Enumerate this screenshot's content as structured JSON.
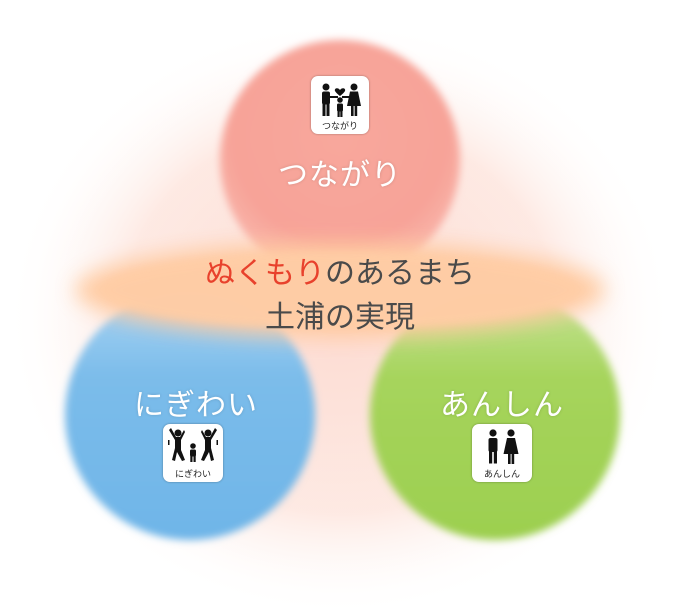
{
  "diagram": {
    "circles": {
      "top": {
        "label": "つながり",
        "icon": "family-icon",
        "icon_caption": "つながり",
        "color": "#f7a398"
      },
      "left": {
        "label": "にぎわい",
        "icon": "jumping-people-icon",
        "icon_caption": "にぎわい",
        "color": "#7bbcea"
      },
      "right": {
        "label": "あんしん",
        "icon": "couple-icon",
        "icon_caption": "あんしん",
        "color": "#a6d45c"
      }
    },
    "center": {
      "line1_accent": "ぬくもり",
      "line1_rest": "のあるまち",
      "line2": "土浦の実現",
      "accent_color": "#e8412c",
      "band_color": "#ffcaa0"
    }
  }
}
